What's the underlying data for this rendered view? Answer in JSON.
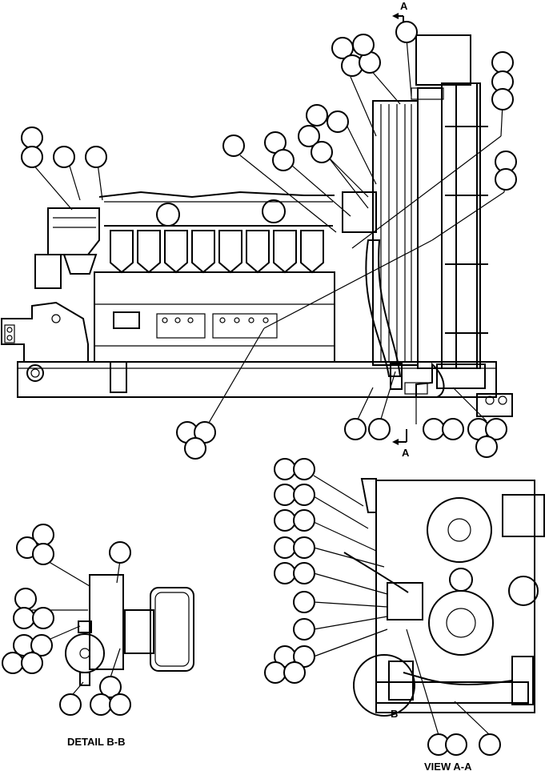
{
  "drawing": {
    "section_marker_letter": "A",
    "detail_marker_letter": "B",
    "detail_title": "DETAIL B-B",
    "view_title": "VIEW A-A"
  }
}
